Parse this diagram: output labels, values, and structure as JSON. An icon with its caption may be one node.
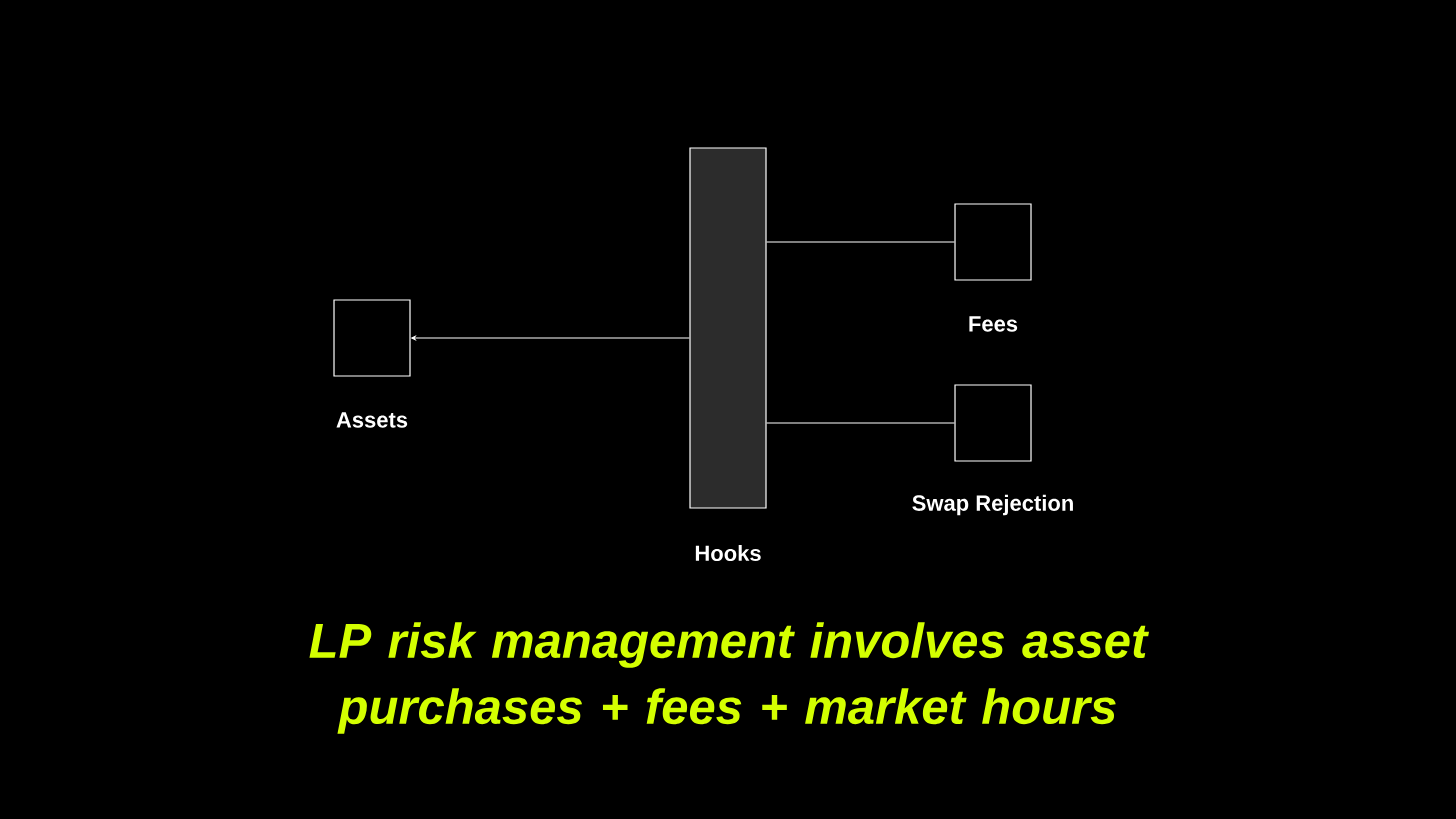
{
  "diagram": {
    "caption": "LP risk management involves asset purchases + fees + market hours",
    "nodes": [
      {
        "text": [
          "Hooks"
        ]
      },
      {
        "text": [
          "Assets"
        ]
      },
      {
        "text": [
          "Fees"
        ]
      },
      {
        "text": [
          "Swap Rejection"
        ]
      }
    ],
    "edges": [
      {
        "from": 0,
        "to": 1,
        "arrow": "to"
      },
      {
        "from": 0,
        "to": 2,
        "arrow": "none"
      },
      {
        "from": 0,
        "to": 3,
        "arrow": "none"
      }
    ]
  }
}
